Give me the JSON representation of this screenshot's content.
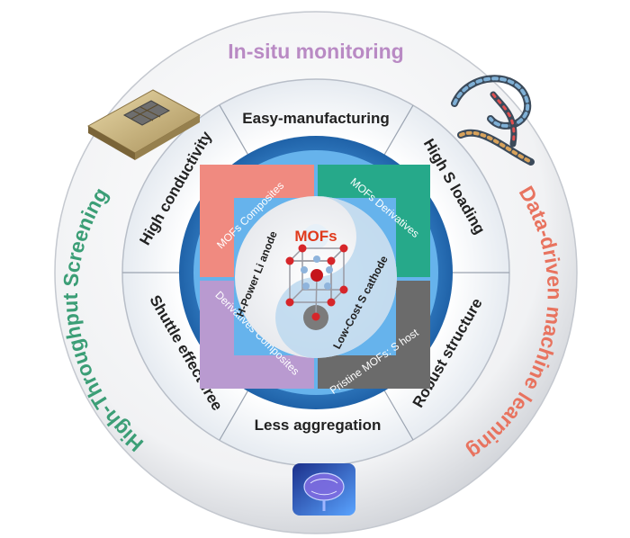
{
  "outer_ring": {
    "top": "In-situ monitoring",
    "left": "High-Throughput Screening",
    "right": "Data-driven machine learning"
  },
  "middle_ring": [
    "Easy-manufacturing",
    "High S loading",
    "Robust structure",
    "Less aggregation",
    "Shuttle effect-free",
    "High conductivity"
  ],
  "inner_ring": {
    "top_left": "MOFs Composites",
    "top_right": "MOFs Derivatives",
    "bottom_left": "Derivatives Composites",
    "bottom_right": "Pristine MOFs: S host"
  },
  "core": {
    "title": "MOFs",
    "anode": "H-Power Li anode",
    "cathode": "Low-Cost S cathode"
  },
  "icons": [
    "chip-icon",
    "nanotube-icon",
    "brain-icon"
  ],
  "colors": {
    "outer_top": "#b98ac4",
    "outer_left": "#3b9e76",
    "outer_right": "#e8735f",
    "ring_blue": "#2f7fc8",
    "seg_composites": "#f08a80",
    "seg_derivatives": "#26a98a",
    "seg_deriv_comp": "#b99ad0",
    "seg_pristine": "#6b6b6b",
    "core_title": "#e03a1c"
  }
}
